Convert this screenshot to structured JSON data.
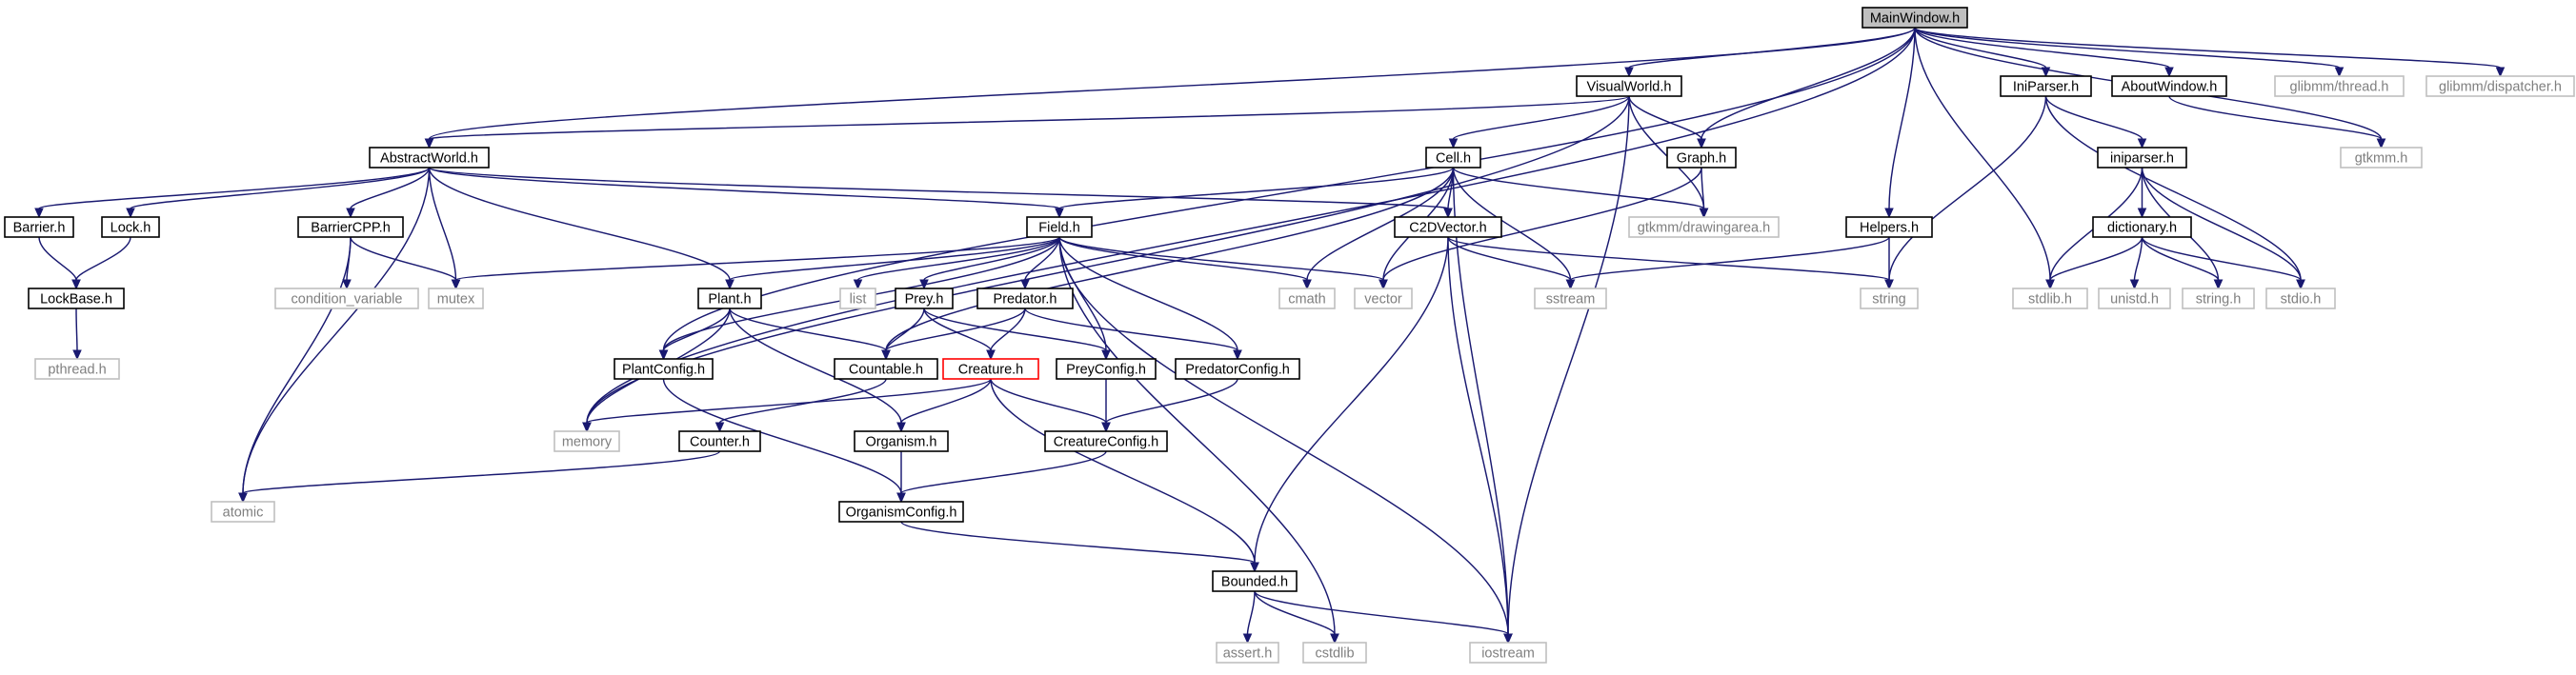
{
  "colors": {
    "edge": "#191970",
    "box_stroke": "#000000",
    "box_fill": "#ffffff",
    "root_fill": "#bfbfbf",
    "external_stroke": "#bfbfbf",
    "external_text": "#7f7f7f",
    "highlight_stroke": "#ff0000"
  },
  "nodes": [
    {
      "id": "mainwindow",
      "label": "MainWindow.h",
      "kind": "root"
    },
    {
      "id": "visualworld",
      "label": "VisualWorld.h",
      "kind": "normal"
    },
    {
      "id": "iniparser_h",
      "label": "IniParser.h",
      "kind": "normal"
    },
    {
      "id": "aboutwindow",
      "label": "AboutWindow.h",
      "kind": "normal"
    },
    {
      "id": "glibmm_thread",
      "label": "glibmm/thread.h",
      "kind": "external"
    },
    {
      "id": "glibmm_dispatcher",
      "label": "glibmm/dispatcher.h",
      "kind": "external"
    },
    {
      "id": "abstractworld",
      "label": "AbstractWorld.h",
      "kind": "normal"
    },
    {
      "id": "cell",
      "label": "Cell.h",
      "kind": "normal"
    },
    {
      "id": "graph",
      "label": "Graph.h",
      "kind": "normal"
    },
    {
      "id": "iniparser_lc",
      "label": "iniparser.h",
      "kind": "normal"
    },
    {
      "id": "gtkmm",
      "label": "gtkmm.h",
      "kind": "external"
    },
    {
      "id": "barrier",
      "label": "Barrier.h",
      "kind": "normal"
    },
    {
      "id": "lock",
      "label": "Lock.h",
      "kind": "normal"
    },
    {
      "id": "barriercpp",
      "label": "BarrierCPP.h",
      "kind": "normal"
    },
    {
      "id": "field",
      "label": "Field.h",
      "kind": "normal"
    },
    {
      "id": "c2dvector",
      "label": "C2DVector.h",
      "kind": "normal"
    },
    {
      "id": "gtkmm_drawingarea",
      "label": "gtkmm/drawingarea.h",
      "kind": "external"
    },
    {
      "id": "helpers",
      "label": "Helpers.h",
      "kind": "normal"
    },
    {
      "id": "dictionary",
      "label": "dictionary.h",
      "kind": "normal"
    },
    {
      "id": "lockbase",
      "label": "LockBase.h",
      "kind": "normal"
    },
    {
      "id": "condition_variable",
      "label": "condition_variable",
      "kind": "external"
    },
    {
      "id": "mutex",
      "label": "mutex",
      "kind": "external"
    },
    {
      "id": "plant",
      "label": "Plant.h",
      "kind": "normal"
    },
    {
      "id": "list",
      "label": "list",
      "kind": "external"
    },
    {
      "id": "prey",
      "label": "Prey.h",
      "kind": "normal"
    },
    {
      "id": "predator",
      "label": "Predator.h",
      "kind": "normal"
    },
    {
      "id": "cmath",
      "label": "cmath",
      "kind": "external"
    },
    {
      "id": "vector",
      "label": "vector",
      "kind": "external"
    },
    {
      "id": "sstream",
      "label": "sstream",
      "kind": "external"
    },
    {
      "id": "string",
      "label": "string",
      "kind": "external"
    },
    {
      "id": "stdlib",
      "label": "stdlib.h",
      "kind": "external"
    },
    {
      "id": "unistd",
      "label": "unistd.h",
      "kind": "external"
    },
    {
      "id": "string_h",
      "label": "string.h",
      "kind": "external"
    },
    {
      "id": "stdio",
      "label": "stdio.h",
      "kind": "external"
    },
    {
      "id": "pthread",
      "label": "pthread.h",
      "kind": "external"
    },
    {
      "id": "plantconfig",
      "label": "PlantConfig.h",
      "kind": "normal"
    },
    {
      "id": "countable",
      "label": "Countable.h",
      "kind": "normal"
    },
    {
      "id": "creature",
      "label": "Creature.h",
      "kind": "highlight"
    },
    {
      "id": "preyconfig",
      "label": "PreyConfig.h",
      "kind": "normal"
    },
    {
      "id": "predatorconfig",
      "label": "PredatorConfig.h",
      "kind": "normal"
    },
    {
      "id": "memory",
      "label": "memory",
      "kind": "external"
    },
    {
      "id": "counter",
      "label": "Counter.h",
      "kind": "normal"
    },
    {
      "id": "organism",
      "label": "Organism.h",
      "kind": "normal"
    },
    {
      "id": "creatureconfig",
      "label": "CreatureConfig.h",
      "kind": "normal"
    },
    {
      "id": "atomic",
      "label": "atomic",
      "kind": "external"
    },
    {
      "id": "organismconfig",
      "label": "OrganismConfig.h",
      "kind": "normal"
    },
    {
      "id": "bounded",
      "label": "Bounded.h",
      "kind": "normal"
    },
    {
      "id": "assert",
      "label": "assert.h",
      "kind": "external"
    },
    {
      "id": "cstdlib",
      "label": "cstdlib",
      "kind": "external"
    },
    {
      "id": "iostream",
      "label": "iostream",
      "kind": "external"
    }
  ],
  "edges": [
    {
      "from": "mainwindow",
      "to": "visualworld"
    },
    {
      "from": "mainwindow",
      "to": "iniparser_h"
    },
    {
      "from": "mainwindow",
      "to": "aboutwindow"
    },
    {
      "from": "mainwindow",
      "to": "glibmm_thread"
    },
    {
      "from": "mainwindow",
      "to": "glibmm_dispatcher"
    },
    {
      "from": "mainwindow",
      "to": "gtkmm"
    },
    {
      "from": "mainwindow",
      "to": "abstractworld"
    },
    {
      "from": "mainwindow",
      "to": "graph"
    },
    {
      "from": "mainwindow",
      "to": "helpers"
    },
    {
      "from": "mainwindow",
      "to": "stdlib"
    },
    {
      "from": "mainwindow",
      "to": "plantconfig"
    },
    {
      "from": "mainwindow",
      "to": "memory"
    },
    {
      "from": "visualworld",
      "to": "abstractworld"
    },
    {
      "from": "visualworld",
      "to": "cell"
    },
    {
      "from": "visualworld",
      "to": "graph"
    },
    {
      "from": "visualworld",
      "to": "gtkmm_drawingarea"
    },
    {
      "from": "visualworld",
      "to": "iostream"
    },
    {
      "from": "visualworld",
      "to": "memory"
    },
    {
      "from": "iniparser_h",
      "to": "iniparser_lc"
    },
    {
      "from": "iniparser_h",
      "to": "string"
    },
    {
      "from": "iniparser_h",
      "to": "stdio"
    },
    {
      "from": "aboutwindow",
      "to": "gtkmm"
    },
    {
      "from": "abstractworld",
      "to": "barrier"
    },
    {
      "from": "abstractworld",
      "to": "lock"
    },
    {
      "from": "abstractworld",
      "to": "barriercpp"
    },
    {
      "from": "abstractworld",
      "to": "field"
    },
    {
      "from": "abstractworld",
      "to": "c2dvector"
    },
    {
      "from": "abstractworld",
      "to": "mutex"
    },
    {
      "from": "abstractworld",
      "to": "plant"
    },
    {
      "from": "abstractworld",
      "to": "atomic"
    },
    {
      "from": "cell",
      "to": "field"
    },
    {
      "from": "cell",
      "to": "c2dvector"
    },
    {
      "from": "cell",
      "to": "gtkmm_drawingarea"
    },
    {
      "from": "cell",
      "to": "cmath"
    },
    {
      "from": "cell",
      "to": "vector"
    },
    {
      "from": "cell",
      "to": "sstream"
    },
    {
      "from": "cell",
      "to": "iostream"
    },
    {
      "from": "cell",
      "to": "countable"
    },
    {
      "from": "graph",
      "to": "gtkmm_drawingarea"
    },
    {
      "from": "graph",
      "to": "vector"
    },
    {
      "from": "iniparser_lc",
      "to": "dictionary"
    },
    {
      "from": "iniparser_lc",
      "to": "stdlib"
    },
    {
      "from": "iniparser_lc",
      "to": "string_h"
    },
    {
      "from": "iniparser_lc",
      "to": "stdio"
    },
    {
      "from": "dictionary",
      "to": "stdlib"
    },
    {
      "from": "dictionary",
      "to": "unistd"
    },
    {
      "from": "dictionary",
      "to": "string_h"
    },
    {
      "from": "dictionary",
      "to": "stdio"
    },
    {
      "from": "barrier",
      "to": "lockbase"
    },
    {
      "from": "lock",
      "to": "lockbase"
    },
    {
      "from": "lockbase",
      "to": "pthread"
    },
    {
      "from": "barriercpp",
      "to": "condition_variable"
    },
    {
      "from": "barriercpp",
      "to": "mutex"
    },
    {
      "from": "barriercpp",
      "to": "atomic"
    },
    {
      "from": "field",
      "to": "mutex"
    },
    {
      "from": "field",
      "to": "plant"
    },
    {
      "from": "field",
      "to": "list"
    },
    {
      "from": "field",
      "to": "prey"
    },
    {
      "from": "field",
      "to": "predator"
    },
    {
      "from": "field",
      "to": "cmath"
    },
    {
      "from": "field",
      "to": "vector"
    },
    {
      "from": "field",
      "to": "plantconfig"
    },
    {
      "from": "field",
      "to": "preyconfig"
    },
    {
      "from": "field",
      "to": "predatorconfig"
    },
    {
      "from": "field",
      "to": "cstdlib"
    },
    {
      "from": "field",
      "to": "iostream"
    },
    {
      "from": "c2dvector",
      "to": "sstream"
    },
    {
      "from": "c2dvector",
      "to": "string"
    },
    {
      "from": "c2dvector",
      "to": "bounded"
    },
    {
      "from": "c2dvector",
      "to": "iostream"
    },
    {
      "from": "helpers",
      "to": "string"
    },
    {
      "from": "helpers",
      "to": "sstream"
    },
    {
      "from": "plant",
      "to": "plantconfig"
    },
    {
      "from": "plant",
      "to": "countable"
    },
    {
      "from": "plant",
      "to": "organism"
    },
    {
      "from": "plant",
      "to": "memory"
    },
    {
      "from": "prey",
      "to": "countable"
    },
    {
      "from": "prey",
      "to": "creature"
    },
    {
      "from": "prey",
      "to": "preyconfig"
    },
    {
      "from": "predator",
      "to": "countable"
    },
    {
      "from": "predator",
      "to": "creature"
    },
    {
      "from": "predator",
      "to": "predatorconfig"
    },
    {
      "from": "countable",
      "to": "counter"
    },
    {
      "from": "creature",
      "to": "memory"
    },
    {
      "from": "creature",
      "to": "organism"
    },
    {
      "from": "creature",
      "to": "creatureconfig"
    },
    {
      "from": "creature",
      "to": "bounded"
    },
    {
      "from": "preyconfig",
      "to": "creatureconfig"
    },
    {
      "from": "predatorconfig",
      "to": "creatureconfig"
    },
    {
      "from": "plantconfig",
      "to": "organismconfig"
    },
    {
      "from": "organism",
      "to": "organismconfig"
    },
    {
      "from": "creatureconfig",
      "to": "organismconfig"
    },
    {
      "from": "counter",
      "to": "atomic"
    },
    {
      "from": "organismconfig",
      "to": "bounded"
    },
    {
      "from": "bounded",
      "to": "assert"
    },
    {
      "from": "bounded",
      "to": "cstdlib"
    },
    {
      "from": "bounded",
      "to": "iostream"
    }
  ]
}
